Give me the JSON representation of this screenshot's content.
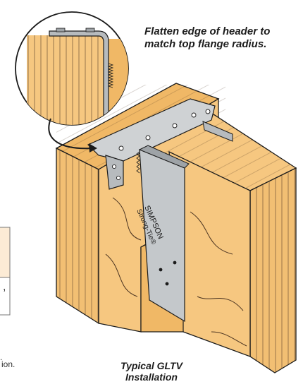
{
  "callout_text": "Flatten edge of header to match top flange radius.",
  "caption": {
    "line1": "Typical GLTV",
    "line2": "Installation"
  },
  "brand_mark": {
    "line1": "SIMPSON",
    "line2": "Strong-Tie®"
  },
  "partial_text": {
    "word": "ion.",
    "dot": ".",
    "comma": ","
  },
  "colors": {
    "wood_light": "#f6c780",
    "wood_mid": "#f0b866",
    "wood_shadow": "#e3a24f",
    "metal_light": "#cfd2d4",
    "metal_mid": "#b7bbbe",
    "metal_dark": "#9ea3a7",
    "table_fill": "#fcebd5",
    "ink": "#1b1b1b"
  },
  "icons": [
    "magnify-circle-icon",
    "callout-arrow-icon"
  ]
}
